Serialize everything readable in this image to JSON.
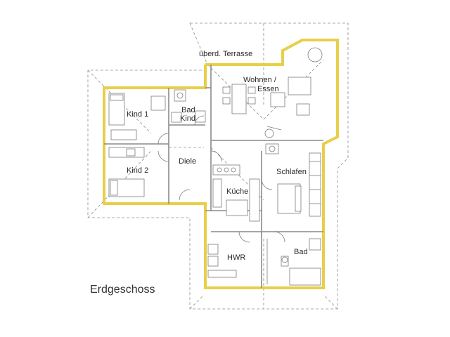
{
  "plan": {
    "title": "Erdgeschoss",
    "rooms": {
      "terrace": "überd. Terrasse",
      "living_1": "Wohnen /",
      "living_2": "Essen",
      "kind1": "Kind 1",
      "bad_kind_1": "Bad",
      "bad_kind_2": "Kind",
      "kind2": "Kind 2",
      "diele": "Diele",
      "kueche": "Küche",
      "schlafen": "Schlafen",
      "hwr": "HWR",
      "bad": "Bad"
    },
    "colors": {
      "exterior_wall": "#e8cf4a",
      "interior_wall": "#8a8a8a",
      "outline_dashed": "#8c8c8c",
      "text": "#2a2a2a"
    }
  }
}
